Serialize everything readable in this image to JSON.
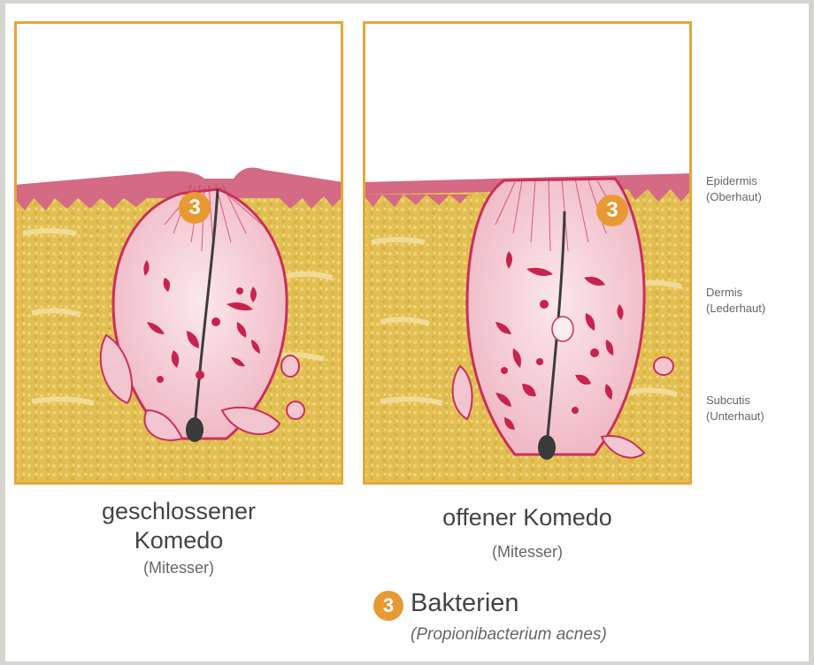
{
  "panels": [
    {
      "caption": "geschlossener",
      "caption_line2": "Komedo",
      "caption_sub": "(Mitesser)",
      "marker": "3"
    },
    {
      "caption": "offener Komedo",
      "caption_sub": "(Mitesser)",
      "marker": "3"
    }
  ],
  "layers": [
    {
      "name": "Epidermis",
      "translation": "(Oberhaut)"
    },
    {
      "name": "Dermis",
      "translation": "(Lederhaut)"
    },
    {
      "name": "Subcutis",
      "translation": "(Unterhaut)"
    }
  ],
  "legend": {
    "marker": "3",
    "label": "Bakterien",
    "sublabel": "(Propionibacterium acnes)"
  },
  "colors": {
    "frame": "#e7a63a",
    "tissue": "#e5c457",
    "epidermis": "#d46a84",
    "follicle": "#f6d6dd",
    "follicle_outline": "#c9305a",
    "spots": "#c8234f",
    "marker": "#e79a32"
  }
}
